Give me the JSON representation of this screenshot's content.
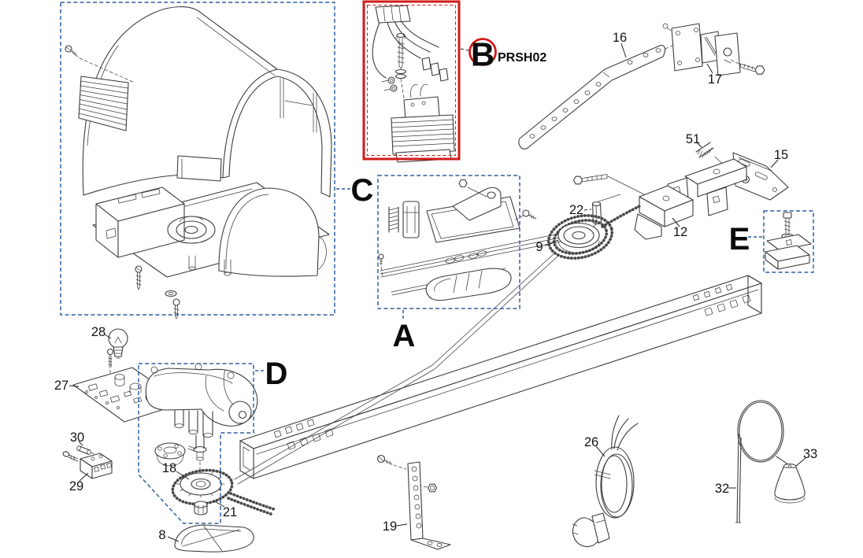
{
  "diagram": {
    "kind": "exploded-parts-diagram",
    "subject": "garage-door-opener-spare-parts",
    "colors": {
      "background": "#ffffff",
      "line": "#3d3d3d",
      "label_text": "#141414",
      "assembly_box": "#2f5f9e",
      "highlight_box": "#d11a18"
    },
    "labels": {
      "section_a": "A",
      "section_b": "B",
      "section_b_code": "PRSH02",
      "section_c": "C",
      "section_d": "D",
      "section_e": "E",
      "part_8": "8",
      "part_9": "9",
      "part_12": "12",
      "part_15": "15",
      "part_16": "16",
      "part_17": "17",
      "part_18": "18",
      "part_19": "19",
      "part_21": "21",
      "part_22": "22",
      "part_26": "26",
      "part_27": "27",
      "part_28": "28",
      "part_29": "29",
      "part_30": "30",
      "part_32": "32",
      "part_33": "33",
      "part_51": "51"
    },
    "assemblies": [
      {
        "id": "A",
        "name": "chain-tensioner-assembly",
        "highlighted": false
      },
      {
        "id": "B",
        "name": "transformer-kit",
        "code": "PRSH02",
        "highlighted": true
      },
      {
        "id": "C",
        "name": "cover-and-chassis-assembly",
        "highlighted": false
      },
      {
        "id": "D",
        "name": "motor-assembly",
        "highlighted": false
      },
      {
        "id": "E",
        "name": "rail-joining-bracket",
        "highlighted": false
      }
    ],
    "parts": [
      {
        "number": "8",
        "name": "idler-cover"
      },
      {
        "number": "9",
        "name": "chain-pulley"
      },
      {
        "number": "12",
        "name": "tension-bracket"
      },
      {
        "number": "15",
        "name": "header-plate"
      },
      {
        "number": "16",
        "name": "curved-door-arm"
      },
      {
        "number": "17",
        "name": "door-bracket"
      },
      {
        "number": "18",
        "name": "drive-sprocket"
      },
      {
        "number": "19",
        "name": "perforated-l-bracket"
      },
      {
        "number": "21",
        "name": "drive-chain"
      },
      {
        "number": "22",
        "name": "roll-pin"
      },
      {
        "number": "26",
        "name": "power-cord"
      },
      {
        "number": "27",
        "name": "control-board"
      },
      {
        "number": "28",
        "name": "light-bulb"
      },
      {
        "number": "29",
        "name": "terminal-block"
      },
      {
        "number": "30",
        "name": "fuse"
      },
      {
        "number": "32",
        "name": "release-cord"
      },
      {
        "number": "33",
        "name": "release-handle"
      },
      {
        "number": "51",
        "name": "spring"
      }
    ]
  }
}
